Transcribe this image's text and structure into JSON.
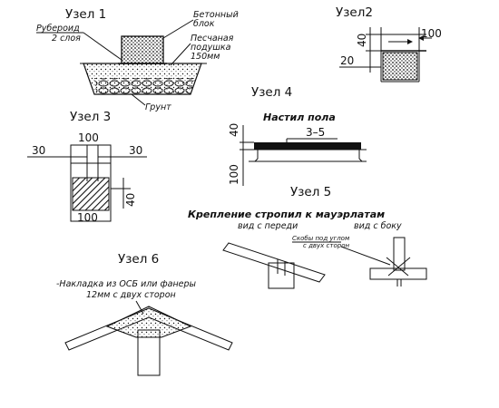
{
  "uzel1": {
    "title": "Узел 1",
    "ruberoid": "Рубероид",
    "ruberoid2": "2 слоя",
    "block": "Бетонный",
    "block2": "блок",
    "sand": "Песчаная",
    "sand2": "подушка",
    "sand3": "150мм",
    "ground": "Грунт"
  },
  "uzel2": {
    "title": "Узел2",
    "d40": "40",
    "d100": "100",
    "d20": "20"
  },
  "uzel3": {
    "title": "Узел 3",
    "top100": "100",
    "left30": "30",
    "right30": "30",
    "d40": "40",
    "bot100": "100"
  },
  "uzel4": {
    "title": "Узел 4",
    "caption": "Настил пола",
    "d35": "3–5",
    "d40": "40",
    "d100": "100"
  },
  "uzel5": {
    "title": "Узел 5",
    "caption": "Крепление стропил к мауэрлатам",
    "front": "вид с переди",
    "side": "вид с боку",
    "note1": "Скобы под углом",
    "note2": "с двух сторон"
  },
  "uzel6": {
    "title": "Узел 6",
    "note1": "-Накладка из ОСБ или фанеры",
    "note2": "12мм с двух сторон"
  },
  "colors": {
    "ink": "#111111",
    "paper": "#ffffff"
  }
}
